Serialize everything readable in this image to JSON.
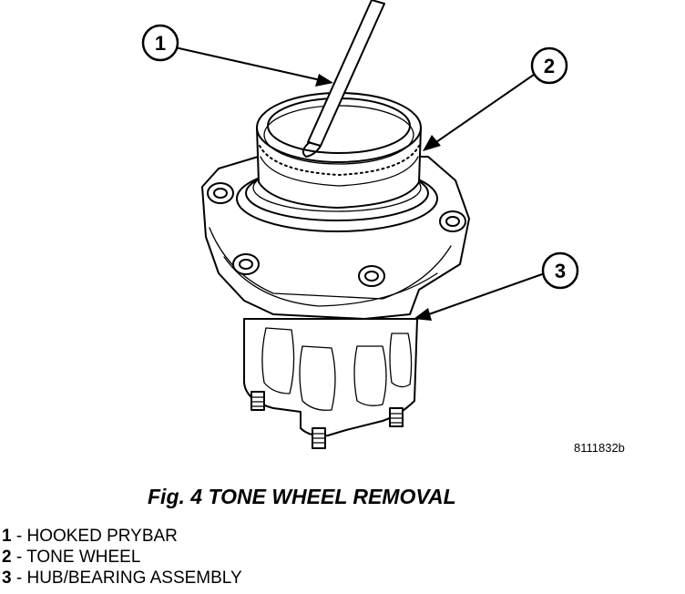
{
  "figure": {
    "reference_code": "8111832b",
    "caption": "Fig. 4 TONE WHEEL REMOVAL"
  },
  "callouts": [
    {
      "number": "1"
    },
    {
      "number": "2"
    },
    {
      "number": "3"
    }
  ],
  "legend": [
    {
      "number": "1",
      "separator": " - ",
      "label": "HOOKED PRYBAR"
    },
    {
      "number": "2",
      "separator": " - ",
      "label": "TONE WHEEL"
    },
    {
      "number": "3",
      "separator": " - ",
      "label": "HUB/BEARING ASSEMBLY"
    }
  ]
}
